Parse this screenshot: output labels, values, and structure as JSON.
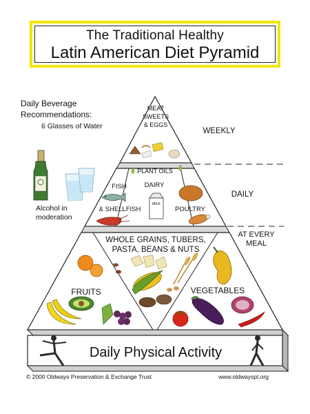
{
  "title": {
    "line1": "The Traditional Healthy",
    "line2": "Latin American Diet Pyramid"
  },
  "beverages": {
    "heading": "Daily Beverage Recommendations:",
    "water": "6 Glasses of Water",
    "alcohol": "Alcohol in moderation"
  },
  "tiers": {
    "top": {
      "line1": "MEAT",
      "line2": "SWEETS",
      "line3": "& EGGS",
      "frequency": "WEEKLY"
    },
    "middle": {
      "plant_oils": "PLANT OILS",
      "fish": "FISH",
      "shellfish": "& SHELLFISH",
      "dairy": "DAIRY",
      "poultry": "POULTRY",
      "frequency": "DAILY"
    },
    "bottom": {
      "line1": "WHOLE GRAINS, TUBERS,",
      "line2": "PASTA, BEANS & NUTS",
      "fruits": "FRUITS",
      "vegetables": "VEGETABLES",
      "frequency_line1": "AT EVERY",
      "frequency_line2": "MEAL"
    }
  },
  "base": {
    "label": "Daily Physical Activity"
  },
  "milk_label": "MILK",
  "footer": {
    "copyright": "© 2000 Oldways Preservation & Exchange Trust",
    "url": "www.oldwayspt.org"
  },
  "colors": {
    "title_border": "#f2e600",
    "pyramid_fill": "#ffffff",
    "band_fill": "#d9d9d9",
    "outline": "#222222"
  }
}
